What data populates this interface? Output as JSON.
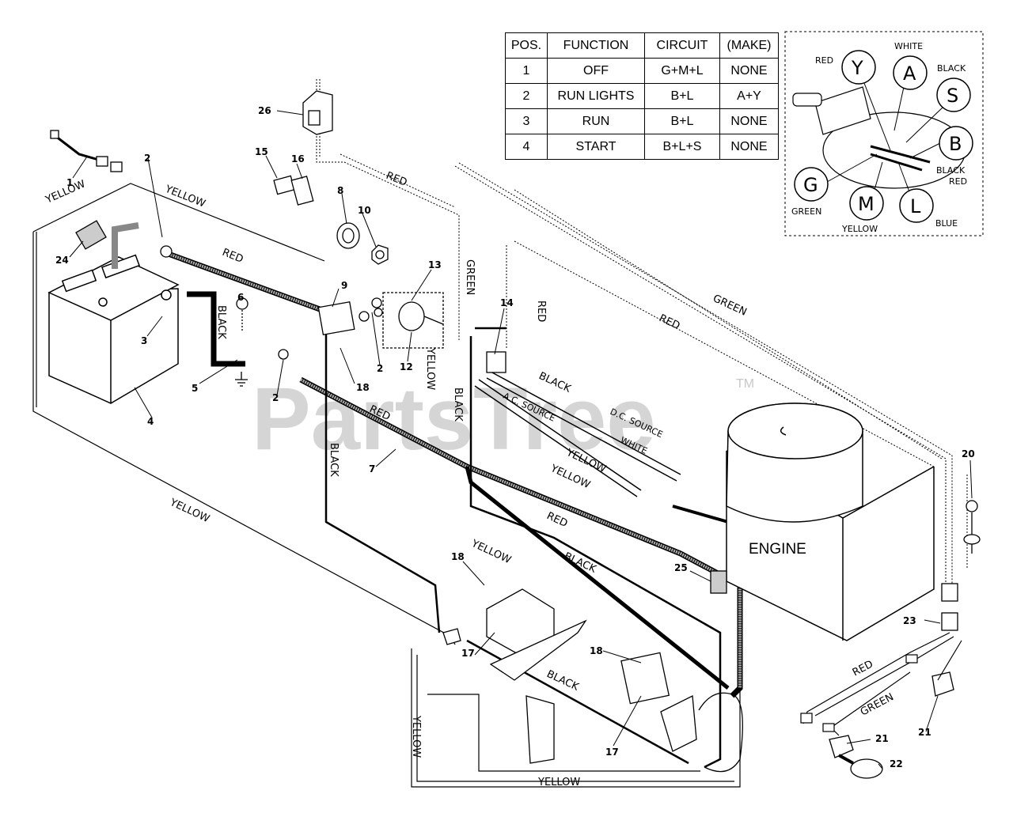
{
  "switch_table": {
    "headers": [
      "POS.",
      "FUNCTION",
      "CIRCUIT",
      "(MAKE)"
    ],
    "rows": [
      [
        "1",
        "OFF",
        "G+M+L",
        "NONE"
      ],
      [
        "2",
        "RUN LIGHTS",
        "B+L",
        "A+Y"
      ],
      [
        "3",
        "RUN",
        "B+L",
        "NONE"
      ],
      [
        "4",
        "START",
        "B+L+S",
        "NONE"
      ]
    ]
  },
  "terminal_legend": {
    "Y": {
      "letter": "Y",
      "color": "RED"
    },
    "A": {
      "letter": "A",
      "color": "WHITE"
    },
    "S": {
      "letter": "S",
      "color": "BLACK"
    },
    "B": {
      "letter": "B",
      "color_line1": "BLACK",
      "color_line2": "RED"
    },
    "G": {
      "letter": "G",
      "color": "GREEN"
    },
    "M": {
      "letter": "M",
      "color": "YELLOW"
    },
    "L": {
      "letter": "L",
      "color": "BLUE"
    }
  },
  "watermark": {
    "text": "PartsTree",
    "tm": "TM"
  },
  "engine_label": "ENGINE",
  "wire_labels": {
    "yellow": "YELLOW",
    "red": "RED",
    "black": "BLACK",
    "green": "GREEN",
    "ac_source": "A.C. SOURCE",
    "dc_source": "D.C. SOURCE",
    "white": "WHITE"
  },
  "part_numbers": {
    "p1": "1",
    "p2": "2",
    "p3": "3",
    "p4": "4",
    "p5": "5",
    "p6": "6",
    "p7": "7",
    "p8": "8",
    "p9": "9",
    "p10": "10",
    "p12": "12",
    "p13": "13",
    "p14": "14",
    "p15": "15",
    "p16": "16",
    "p17": "17",
    "p18": "18",
    "p20": "20",
    "p21": "21",
    "p22": "22",
    "p23": "23",
    "p24": "24",
    "p25": "25",
    "p26": "26"
  }
}
